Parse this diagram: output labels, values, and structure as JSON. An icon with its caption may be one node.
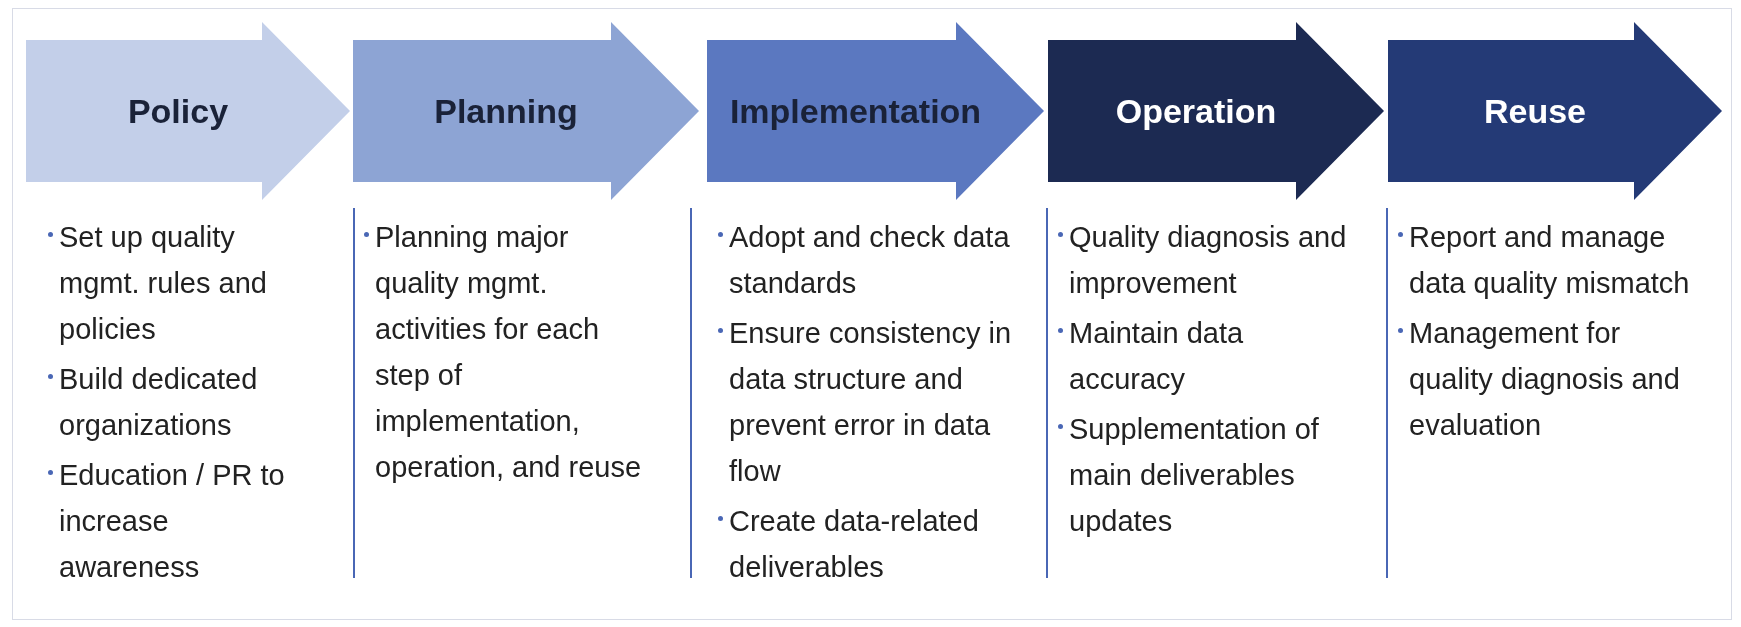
{
  "diagram": {
    "nodes": [
      {
        "text": [
          "Policy"
        ],
        "beside": [
          "Set up quality mgmt. rules and policies",
          "Build dedicated organizations",
          "Education / PR to increase awareness"
        ]
      },
      {
        "text": [
          "Planning"
        ],
        "beside": [
          "Planning major quality mgmt. activities for each step of implementation, operation, and reuse"
        ]
      },
      {
        "text": [
          "Implementation"
        ],
        "beside": [
          "Adopt and check data standards",
          "Ensure consistency in data structure and prevent error in data flow",
          "Create data-related deliverables"
        ]
      },
      {
        "text": [
          "Operation"
        ],
        "beside": [
          "Quality diagnosis and improvement",
          "Maintain data accuracy",
          "Supplementation of main deliverables updates"
        ]
      },
      {
        "text": [
          "Reuse"
        ],
        "beside": [
          "Report and manage data quality mismatch",
          "Management for quality diagnosis and evaluation"
        ]
      }
    ]
  }
}
